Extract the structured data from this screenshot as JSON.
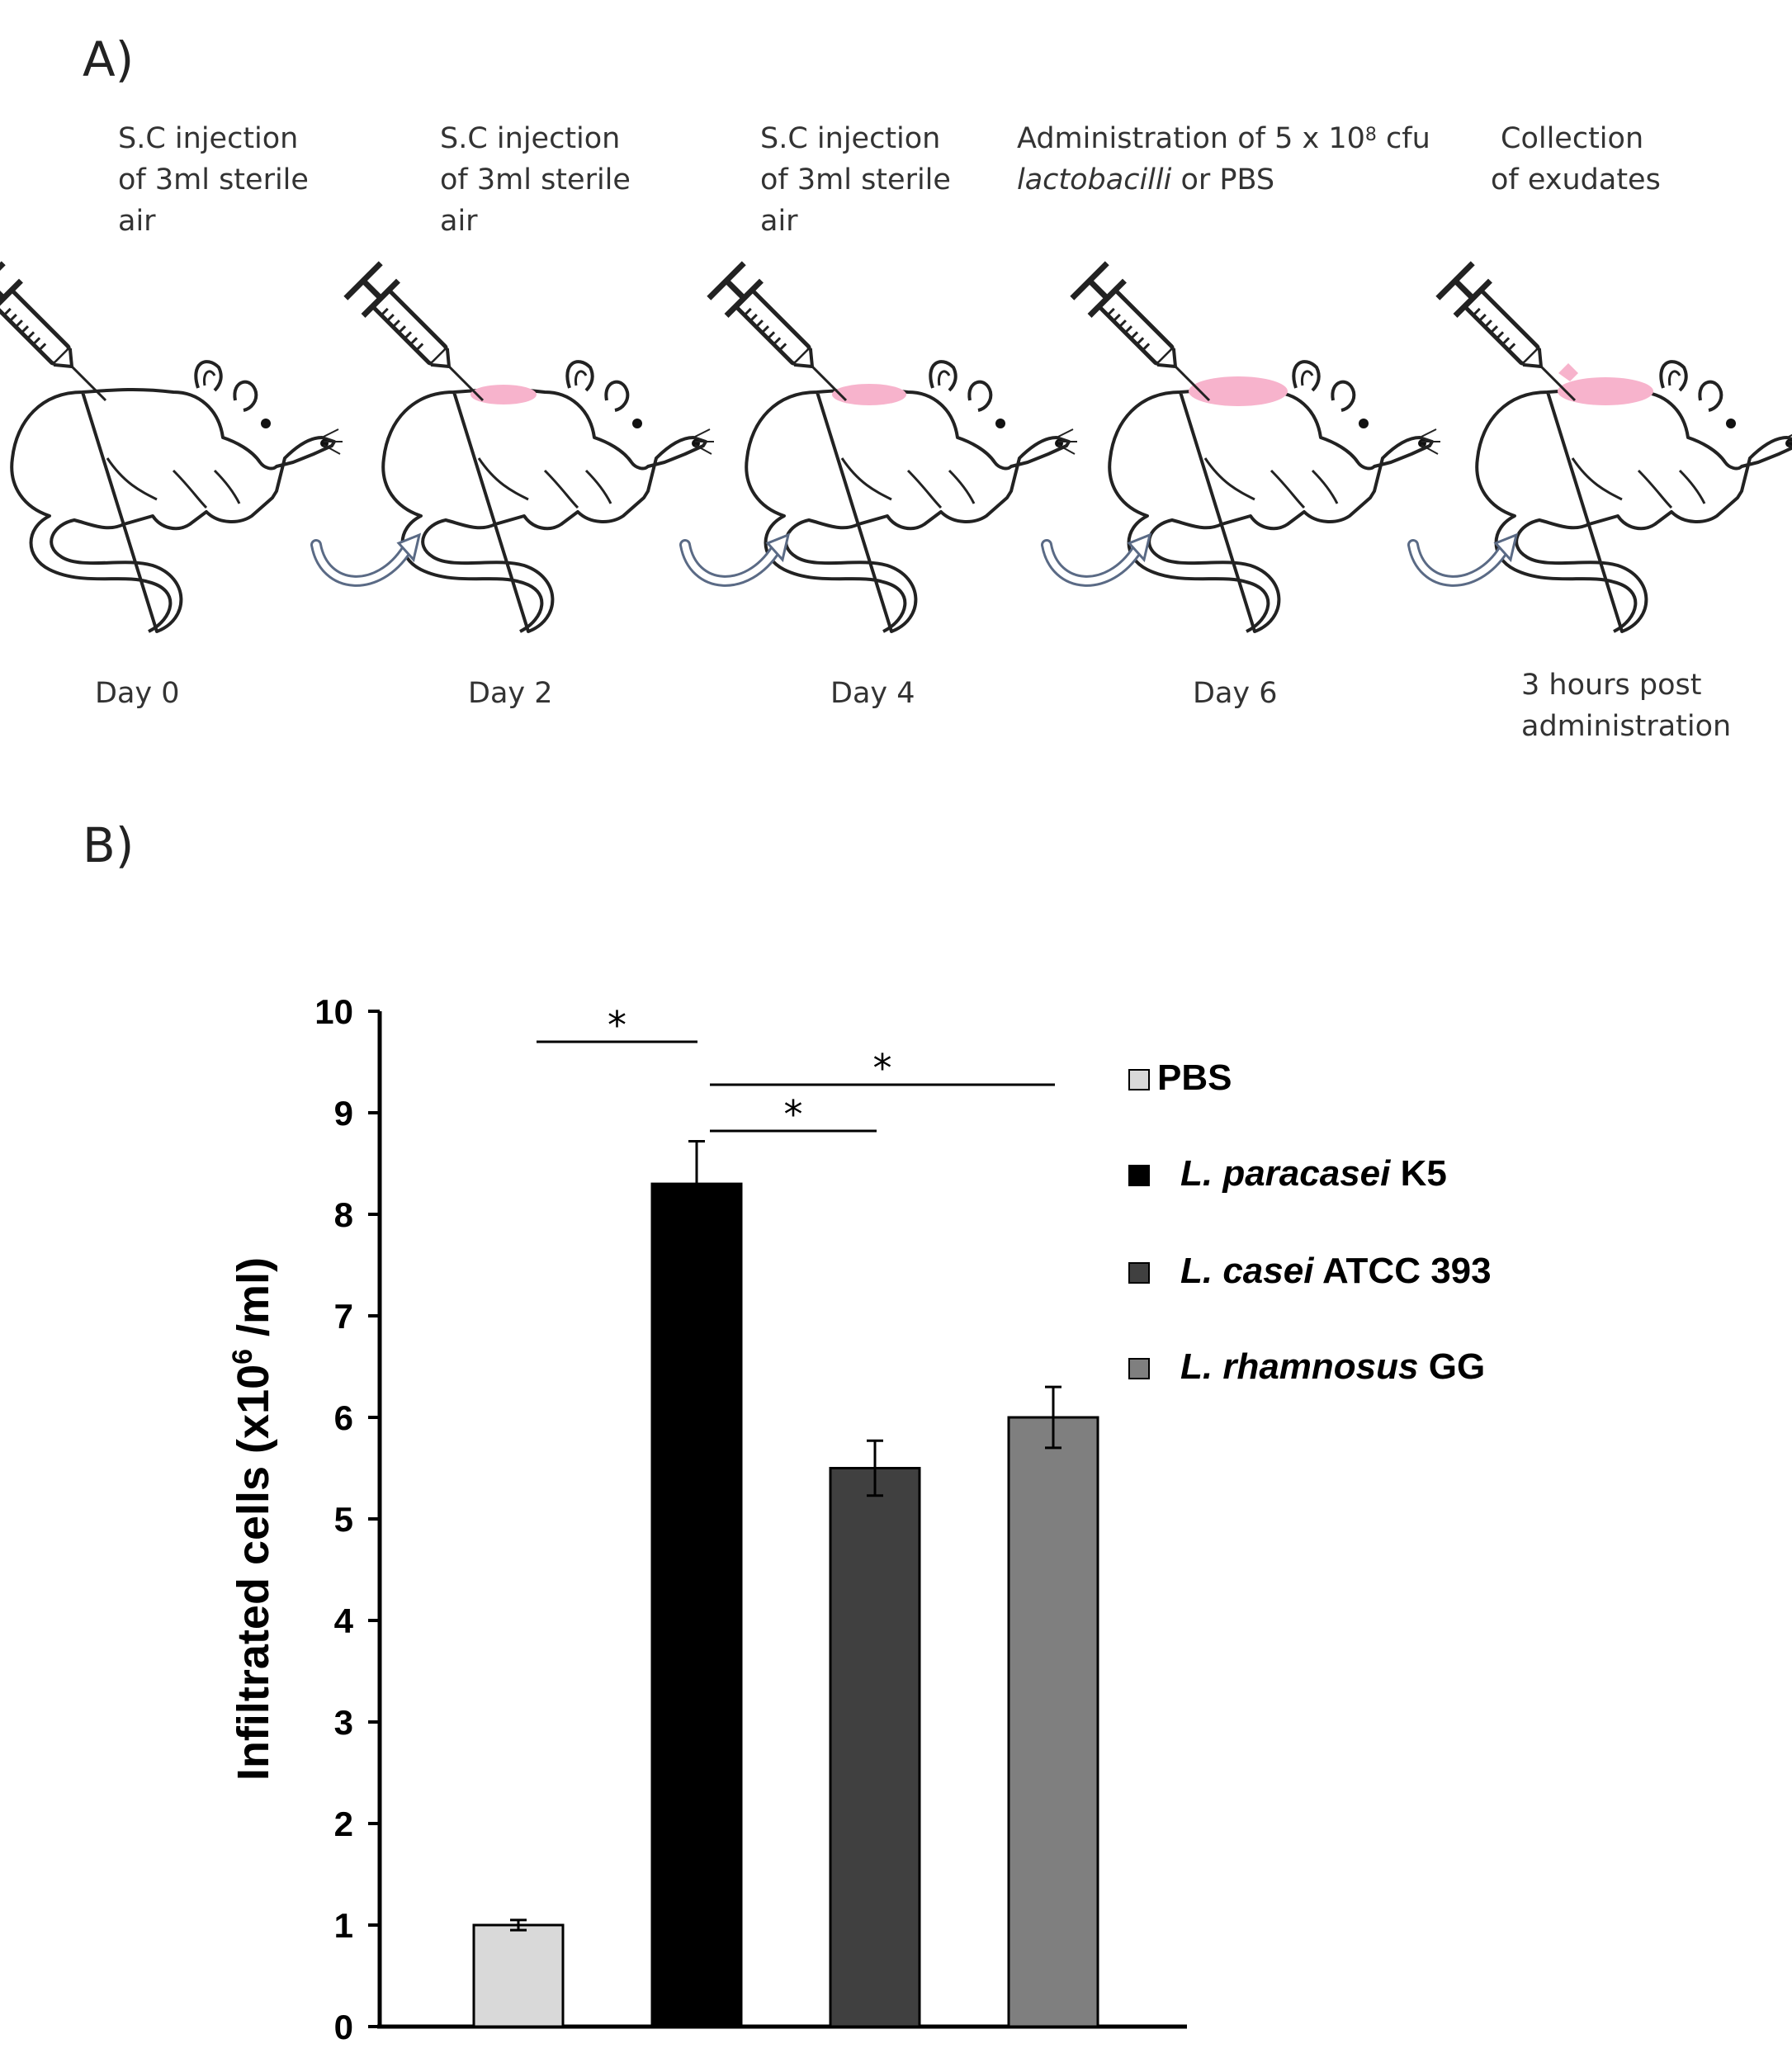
{
  "panel_a": {
    "label": "A)",
    "steps": [
      {
        "lines": [
          "S.C injection",
          "of 3ml sterile",
          "air"
        ],
        "day_lines": [
          "Day 0"
        ]
      },
      {
        "lines": [
          "S.C injection",
          "of 3ml sterile",
          "air"
        ],
        "day_lines": [
          "Day 2"
        ]
      },
      {
        "lines": [
          "S.C injection",
          "of 3ml sterile",
          "air"
        ],
        "day_lines": [
          "Day 4"
        ]
      },
      {
        "lines": [],
        "day_lines": [
          "Day 6"
        ]
      },
      {
        "lines": [
          "Collection",
          "of exudates"
        ],
        "day_lines": [
          "3 hours post",
          "administration"
        ]
      }
    ],
    "step4_line1_pre": "Administration of 5 x 10",
    "step4_line1_sup": "8",
    "step4_line1_post": " cfu",
    "step4_line2_italic": "lactobacilli",
    "step4_line2_rest": " or PBS",
    "pouch_color": "#f7b3cc"
  },
  "panel_b": {
    "label": "B)"
  },
  "chart_data": {
    "type": "bar",
    "categories": [
      "PBS",
      "L. paracasei K5",
      "L. casei ATCC 393",
      "L. rhamnosus GG"
    ],
    "values": [
      1.0,
      8.3,
      5.5,
      6.0
    ],
    "errors": [
      0.05,
      0.42,
      0.27,
      0.3
    ],
    "colors": [
      "#d9d9d9",
      "#000000",
      "#404040",
      "#7f7f7f"
    ],
    "ylabel_pre": "Infiltrated cells (x10",
    "ylabel_sup": "6",
    "ylabel_post": " /ml)",
    "ylim": [
      0,
      10
    ],
    "yticks": [
      "0",
      "1",
      "2",
      "3",
      "4",
      "5",
      "6",
      "7",
      "8",
      "9",
      "10"
    ],
    "legend": [
      {
        "italic": "",
        "normal": "PBS"
      },
      {
        "italic": "L. paracasei",
        "normal": " K5"
      },
      {
        "italic": "L. casei",
        "normal": " ATCC 393"
      },
      {
        "italic": "L. rhamnosus",
        "normal": " GG"
      }
    ],
    "legend_position": "right",
    "significance": [
      {
        "from": 0,
        "to": 1,
        "label": "*"
      },
      {
        "from": 1,
        "to": 3,
        "label": "*"
      },
      {
        "from": 1,
        "to": 2,
        "label": "*"
      }
    ]
  }
}
